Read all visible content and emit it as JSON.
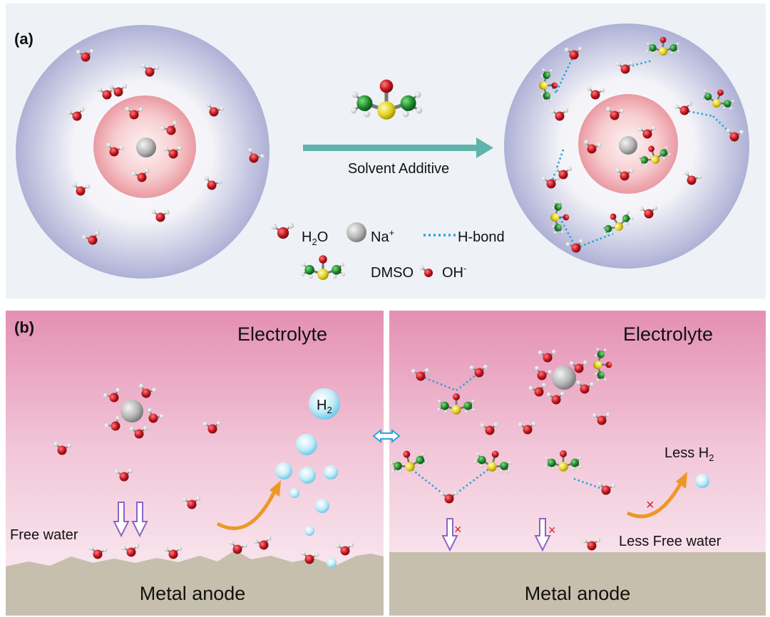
{
  "panel_a": {
    "tag": "(a)",
    "arrow_label": "Solvent Additive",
    "legend": {
      "water": "H",
      "water_sub": "2",
      "water_tail": "O",
      "sodium": "Na",
      "sodium_sup": "+",
      "hbond": "H-bond",
      "dmso": "DMSO",
      "hydroxide": "OH",
      "hydroxide_sup": "-"
    }
  },
  "panel_b": {
    "tag": "(b)",
    "left": {
      "electrolyte": "Electrolyte",
      "anode": "Metal anode",
      "free_water": "Free water",
      "h2": "H",
      "h2_sub": "2"
    },
    "right": {
      "electrolyte": "Electrolyte",
      "anode": "Metal anode",
      "less_free_water": "Less Free water",
      "less_h2": "Less H",
      "less_h2_sub": "2",
      "cross": "×"
    }
  },
  "colors": {
    "oxygen": "#c0151d",
    "hydrogen": "#f2f2f2",
    "carbon": "#1e8a2c",
    "sulfur": "#e2d21c",
    "sodium": "#b5b5b5",
    "hbond": "#28a6d8",
    "arrow_teal": "#5fb3ad",
    "down_arrow": "#8c63c7",
    "curved_arrow": "#ec9826",
    "anode": "#c7bfad",
    "bubble": "#8fd7ef"
  }
}
